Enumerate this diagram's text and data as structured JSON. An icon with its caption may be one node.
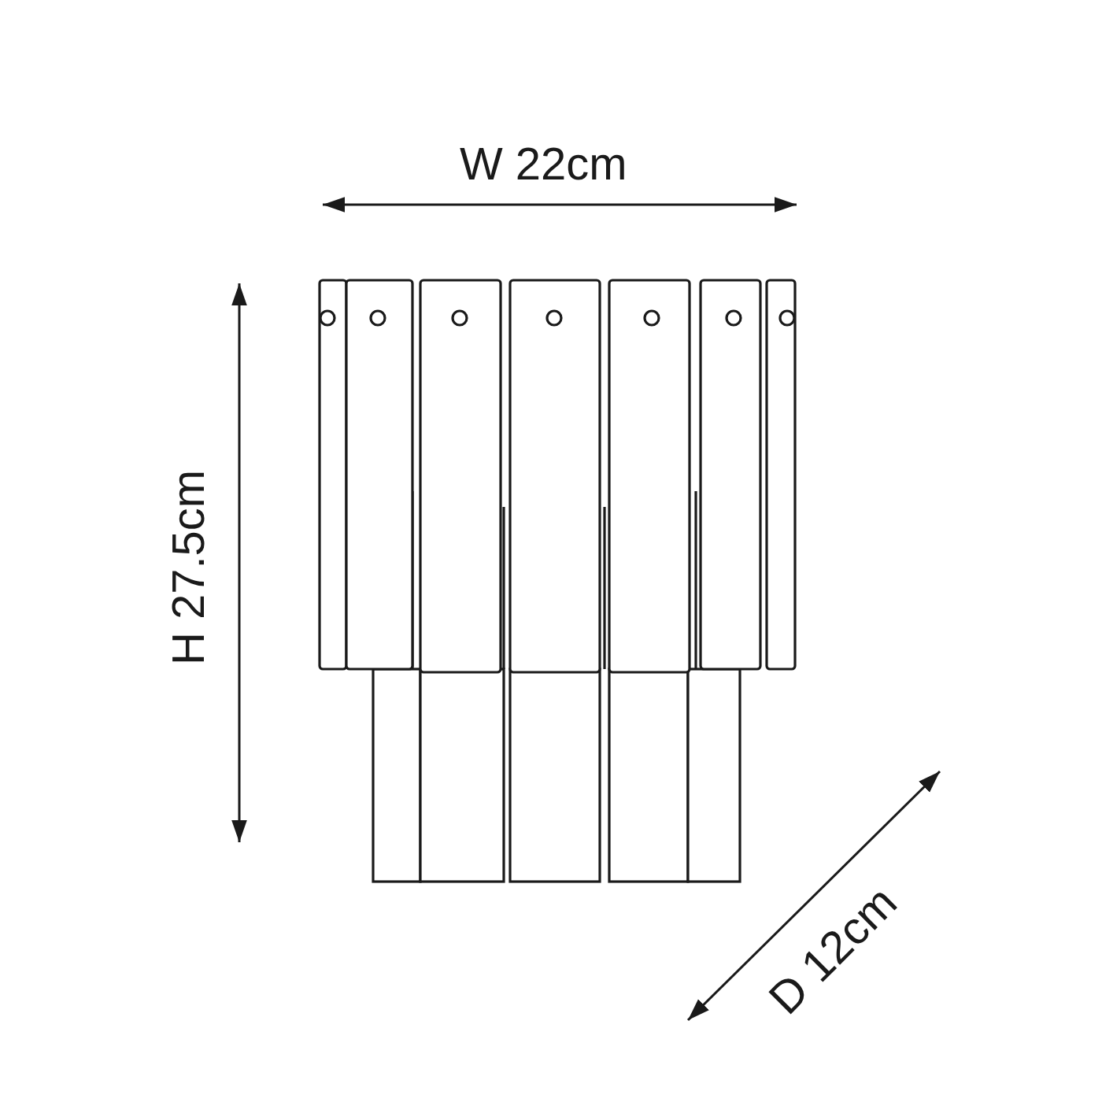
{
  "diagram": {
    "labels": [
      "W 22cm",
      "H 27.5cm",
      "D 12cm"
    ]
  }
}
